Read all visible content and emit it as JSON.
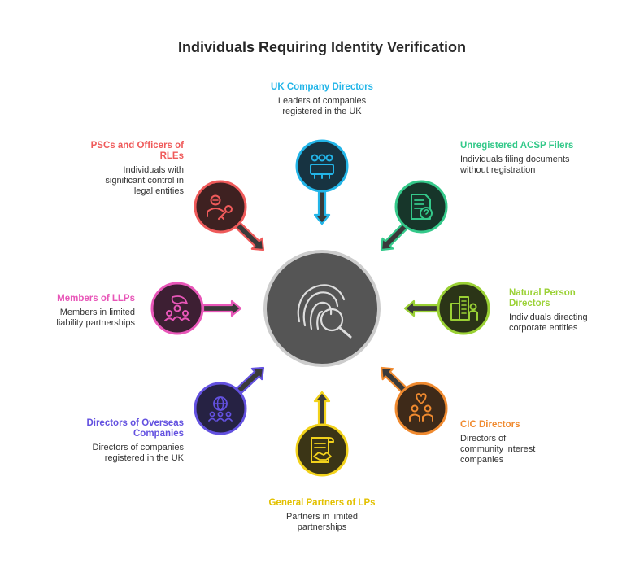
{
  "title": "Individuals Requiring Identity Verification",
  "center": {
    "icon": "fingerprint-search-icon",
    "fill": "#555555",
    "stroke": "#cccccc"
  },
  "nodes": [
    {
      "id": "uk-company-directors",
      "title": "UK Company Directors",
      "description": "Leaders of companies registered in the UK",
      "color": "#23b5e8",
      "fill": "#173341",
      "icon": "people-group-icon"
    },
    {
      "id": "unregistered-acsp-filers",
      "title": "Unregistered ACSP Filers",
      "description": "Individuals filing documents without registration",
      "color": "#34c98a",
      "fill": "#17362a",
      "icon": "document-question-icon"
    },
    {
      "id": "natural-person-directors",
      "title": "Natural Person Directors",
      "description": "Individuals directing corporate entities",
      "color": "#9ad134",
      "fill": "#2b3517",
      "icon": "building-person-icon"
    },
    {
      "id": "cic-directors",
      "title": "CIC Directors",
      "description": "Directors of community interest companies",
      "color": "#f08a2f",
      "fill": "#3e2a19",
      "icon": "people-heart-icon"
    },
    {
      "id": "general-partners-of-lps",
      "title": "General Partners of LPs",
      "description": "Partners in limited partnerships",
      "color": "#f2d21b",
      "fill": "#3b3516",
      "icon": "contract-handshake-icon"
    },
    {
      "id": "directors-of-overseas-companies",
      "title": "Directors of Overseas Companies",
      "description": "Directors of companies registered in the UK",
      "color": "#6351e0",
      "fill": "#262243",
      "icon": "globe-people-icon"
    },
    {
      "id": "members-of-llps",
      "title": "Members of LLPs",
      "description": "Members in limited liability partnerships",
      "color": "#e856b8",
      "fill": "#3d1f33",
      "icon": "people-network-icon"
    },
    {
      "id": "pscs-and-officers-of-rles",
      "title": "PSCs and Officers of RLEs",
      "description": "Individuals with significant control in legal entities",
      "color": "#ef5a5a",
      "fill": "#3e2121",
      "icon": "person-key-icon"
    }
  ]
}
